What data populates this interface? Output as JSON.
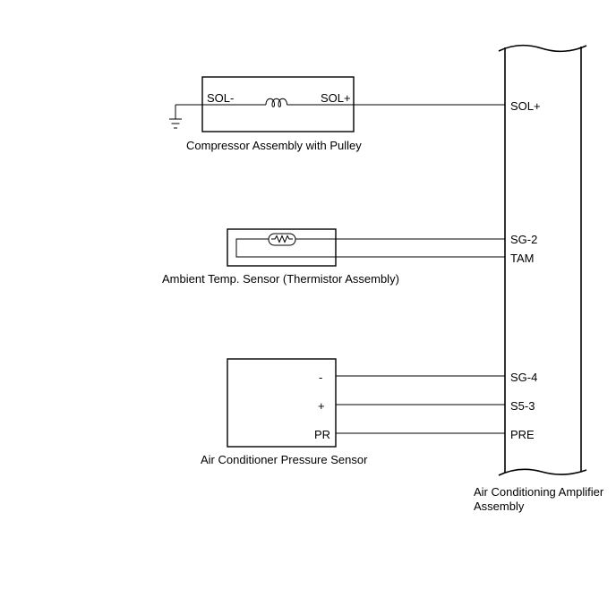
{
  "diagram": {
    "compressor": {
      "pin_left": "SOL-",
      "pin_right": "SOL+",
      "caption": "Compressor Assembly with Pulley"
    },
    "ambient_sensor": {
      "caption": "Ambient Temp. Sensor (Thermistor Assembly)"
    },
    "pressure_sensor": {
      "pin_minus": "-",
      "pin_plus": "+",
      "pin_pr": "PR",
      "caption": "Air Conditioner Pressure Sensor"
    },
    "amplifier": {
      "pin_sol_plus": "SOL+",
      "pin_sg2": "SG-2",
      "pin_tam": "TAM",
      "pin_sg4": "SG-4",
      "pin_s53": "S5-3",
      "pin_pre": "PRE",
      "caption_line1": "Air Conditioning Amplifier",
      "caption_line2": "Assembly"
    }
  },
  "icons": {
    "ground": "ground-icon",
    "coil": "solenoid-coil-icon",
    "thermistor": "thermistor-icon"
  }
}
